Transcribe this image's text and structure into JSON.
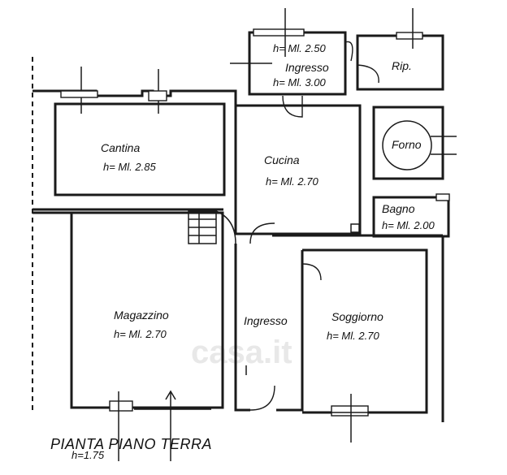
{
  "plan": {
    "title": "PIANTA PIANO TERRA",
    "note": "h=1.75",
    "watermark": "casa.it",
    "rooms": {
      "ingresso_top": {
        "name": "Ingresso",
        "h1": "h= Ml. 2.50",
        "h2": "h= Ml. 3.00"
      },
      "rip": {
        "name": "Rip."
      },
      "cantina": {
        "name": "Cantina",
        "h": "h= Ml. 2.85"
      },
      "cucina": {
        "name": "Cucina",
        "h": "h= Ml. 2.70"
      },
      "forno": {
        "name": "Forno"
      },
      "bagno": {
        "name": "Bagno",
        "h": "h= Ml. 2.00"
      },
      "magazzino": {
        "name": "Magazzino",
        "h": "h= Ml. 2.70"
      },
      "ingresso_mid": {
        "name": "Ingresso"
      },
      "soggiorno": {
        "name": "Soggiorno",
        "h": "h= Ml. 2.70"
      }
    }
  }
}
